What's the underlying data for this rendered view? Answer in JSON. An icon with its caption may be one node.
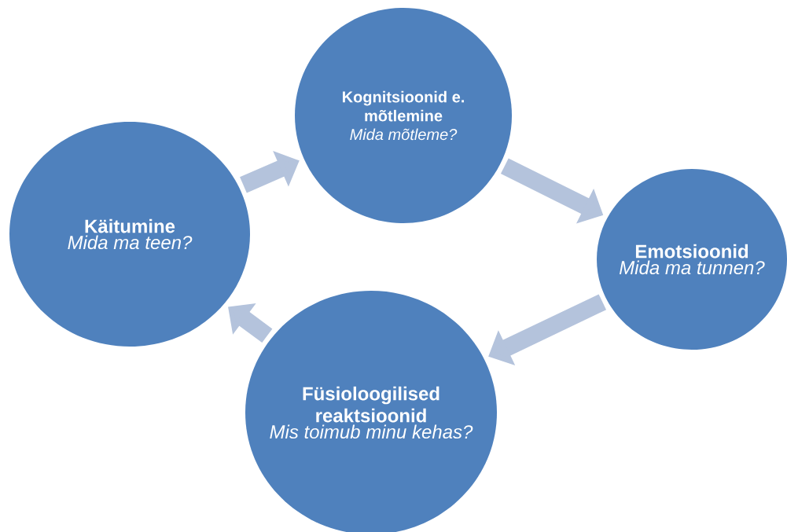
{
  "diagram": {
    "nodes": [
      {
        "text": [
          "Kognitsioonid e. mõtlemine",
          "Mida mõtleme?"
        ]
      },
      {
        "text": [
          "Käitumine",
          "Mida ma teen?"
        ]
      },
      {
        "text": [
          "Emotsioonid",
          "Mida ma tunnen?"
        ]
      },
      {
        "text": [
          "Füsioloogilised reaktsioonid",
          "Mis toimub minu kehas?"
        ]
      }
    ],
    "edges": [
      {
        "from": 1,
        "to": 0,
        "arrow": "to"
      },
      {
        "from": 0,
        "to": 2,
        "arrow": "to"
      },
      {
        "from": 2,
        "to": 3,
        "arrow": "to"
      },
      {
        "from": 3,
        "to": 1,
        "arrow": "to"
      }
    ]
  }
}
